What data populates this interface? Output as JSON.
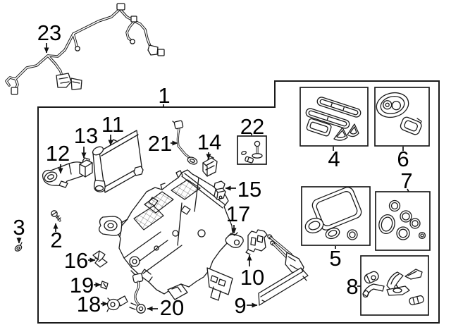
{
  "diagram": {
    "background_color": "#ffffff",
    "line_color": "#1a1a1a",
    "callouts": {
      "c1": "1",
      "c2": "2",
      "c3": "3",
      "c4": "4",
      "c5": "5",
      "c6": "6",
      "c7": "7",
      "c8": "8",
      "c9": "9",
      "c10": "10",
      "c11": "11",
      "c12": "12",
      "c13": "13",
      "c14": "14",
      "c15": "15",
      "c16": "16",
      "c17": "17",
      "c18": "18",
      "c19": "19",
      "c20": "20",
      "c21": "21",
      "c22": "22",
      "c23": "23"
    }
  }
}
